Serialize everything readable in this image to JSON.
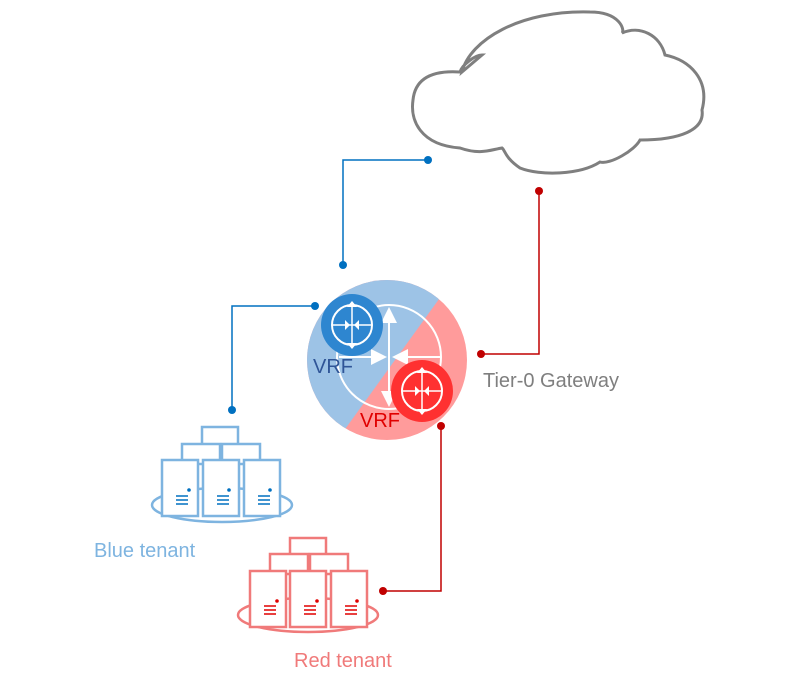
{
  "labels": {
    "gateway": "Tier-0 Gateway",
    "blue_vrf": "VRF",
    "red_vrf": "VRF",
    "blue_tenant": "Blue tenant",
    "red_tenant": "Red tenant"
  },
  "nodes": [
    {
      "id": "internet-cloud",
      "type": "cloud"
    },
    {
      "id": "tier0-gateway",
      "type": "gateway"
    },
    {
      "id": "blue-vrf-router",
      "type": "router",
      "tenant": "blue"
    },
    {
      "id": "red-vrf-router",
      "type": "router",
      "tenant": "red"
    },
    {
      "id": "blue-tenant-servers",
      "type": "server-group",
      "tenant": "blue"
    },
    {
      "id": "red-tenant-servers",
      "type": "server-group",
      "tenant": "red"
    }
  ],
  "links": [
    {
      "from": "blue-vrf-router",
      "to": "internet-cloud",
      "color": "blue"
    },
    {
      "from": "blue-vrf-router",
      "to": "blue-tenant-servers",
      "color": "blue"
    },
    {
      "from": "red-vrf-router",
      "to": "internet-cloud",
      "color": "red"
    },
    {
      "from": "red-vrf-router",
      "to": "red-tenant-servers",
      "color": "red"
    }
  ],
  "colors": {
    "blue_line": "#0070c0",
    "blue_light": "#9dc3e6",
    "blue_router": "#2e86d0",
    "blue_text": "#2f5597",
    "blue_tenant": "#7eb4e0",
    "red_line": "#c00000",
    "red_light": "#ff9b9b",
    "red_router": "#ff3131",
    "red_text": "#e00000",
    "red_tenant": "#f07a7a",
    "cloud_stroke": "#7f7f7f",
    "gray_text": "#7f7f7f"
  }
}
